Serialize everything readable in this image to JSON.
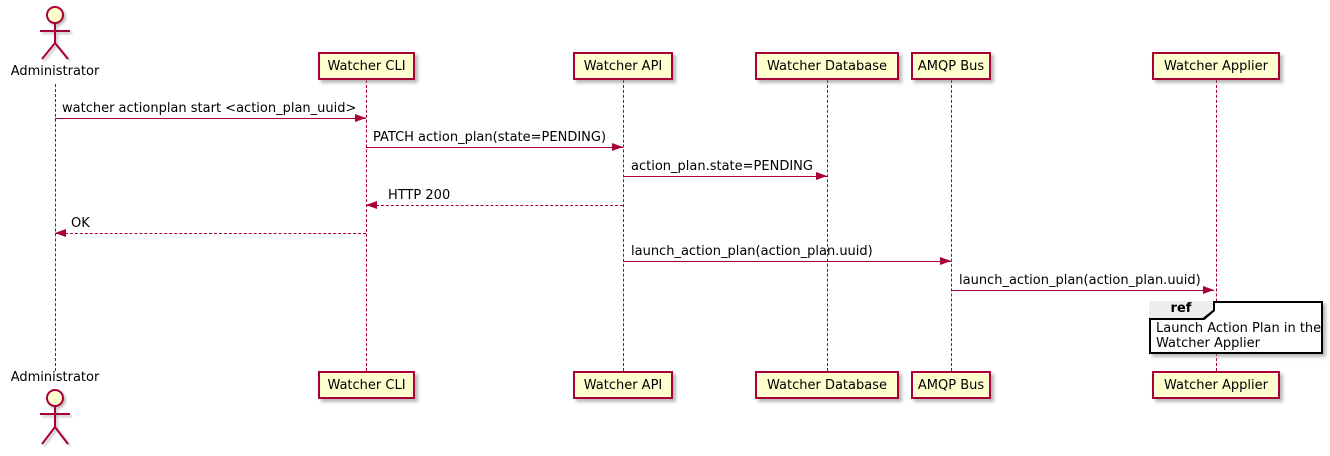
{
  "diagram": {
    "type": "uml-sequence",
    "actor": {
      "label": "Administrator"
    },
    "participants": [
      {
        "label": "Watcher CLI"
      },
      {
        "label": "Watcher API"
      },
      {
        "label": "Watcher Database"
      },
      {
        "label": "AMQP Bus"
      },
      {
        "label": "Watcher Applier"
      }
    ],
    "messages": [
      {
        "label": "watcher actionplan start <action_plan_uuid>",
        "from": "Administrator",
        "to": "Watcher CLI",
        "line": "solid"
      },
      {
        "label": "PATCH action_plan(state=PENDING)",
        "from": "Watcher CLI",
        "to": "Watcher API",
        "line": "solid"
      },
      {
        "label": "action_plan.state=PENDING",
        "from": "Watcher API",
        "to": "Watcher Database",
        "line": "solid"
      },
      {
        "label": "HTTP 200",
        "from": "Watcher API",
        "to": "Watcher CLI",
        "line": "dashed"
      },
      {
        "label": "OK",
        "from": "Watcher CLI",
        "to": "Administrator",
        "line": "dashed"
      },
      {
        "label": "launch_action_plan(action_plan.uuid)",
        "from": "Watcher API",
        "to": "AMQP Bus",
        "line": "solid"
      },
      {
        "label": "launch_action_plan(action_plan.uuid)",
        "from": "AMQP Bus",
        "to": "Watcher Applier",
        "line": "solid"
      }
    ],
    "ref_fragment": {
      "keyword": "ref",
      "line1": "Launch Action Plan in the",
      "line2": "Watcher Applier",
      "over": "Watcher Applier"
    },
    "colors": {
      "participant_fill": "#FEFECE",
      "participant_border": "#A80036",
      "message_line": "#A80036",
      "lifeline": "#A80036",
      "text": "#000000",
      "ref_border": "#000000",
      "ref_header_fill": "#EEEEEE",
      "background": "#FFFFFF"
    }
  }
}
